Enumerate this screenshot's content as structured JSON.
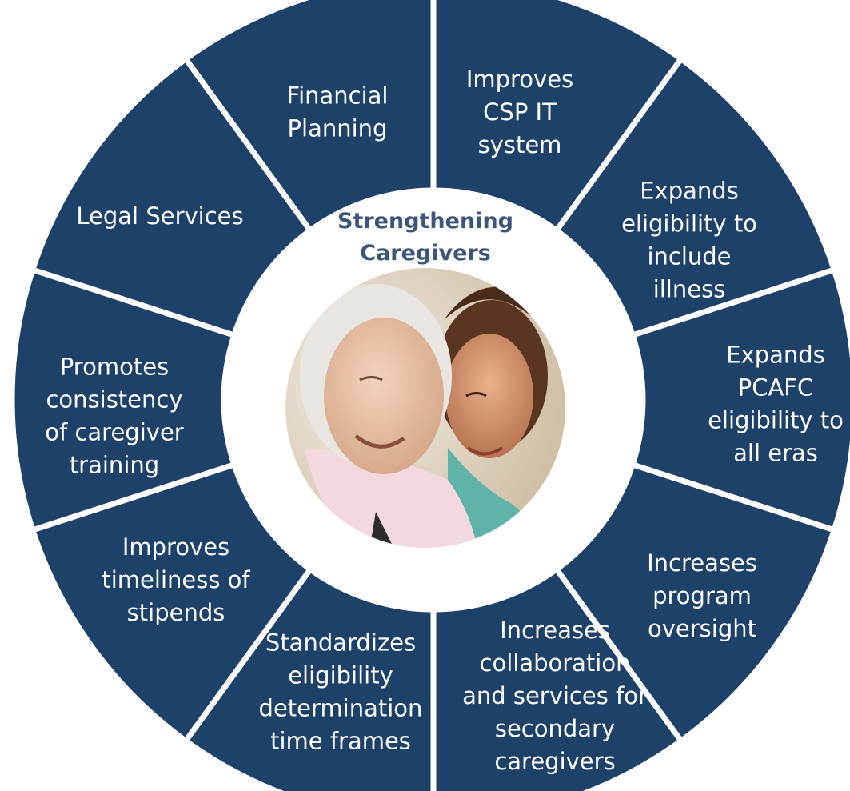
{
  "diagram": {
    "center": {
      "title_lines": [
        "Strengthening",
        "Caregivers"
      ],
      "photo_icon": "elderly-woman-and-caregiver-photo"
    },
    "segments": [
      {
        "lines": [
          "Financial",
          "Planning"
        ]
      },
      {
        "lines": [
          "Improves",
          "CSP IT",
          "system"
        ]
      },
      {
        "lines": [
          "Expands",
          "eligibility to",
          "include",
          "illness"
        ]
      },
      {
        "lines": [
          "Expands",
          "PCAFC",
          "eligibility to",
          "all eras"
        ]
      },
      {
        "lines": [
          "Increases",
          "program",
          "oversight"
        ]
      },
      {
        "lines": [
          "Increases",
          "collaboration",
          "and services for",
          "secondary",
          "caregivers"
        ]
      },
      {
        "lines": [
          "Standardizes",
          "eligibility",
          "determination",
          "time frames"
        ]
      },
      {
        "lines": [
          "Improves",
          "timeliness of",
          "stipends"
        ]
      },
      {
        "lines": [
          "Promotes",
          "consistency",
          "of caregiver",
          "training"
        ]
      },
      {
        "lines": [
          "Legal Services"
        ]
      }
    ],
    "colors": {
      "segment_fill": "#1d4169",
      "divider": "#ffffff",
      "center_title": "#3b5679"
    }
  }
}
